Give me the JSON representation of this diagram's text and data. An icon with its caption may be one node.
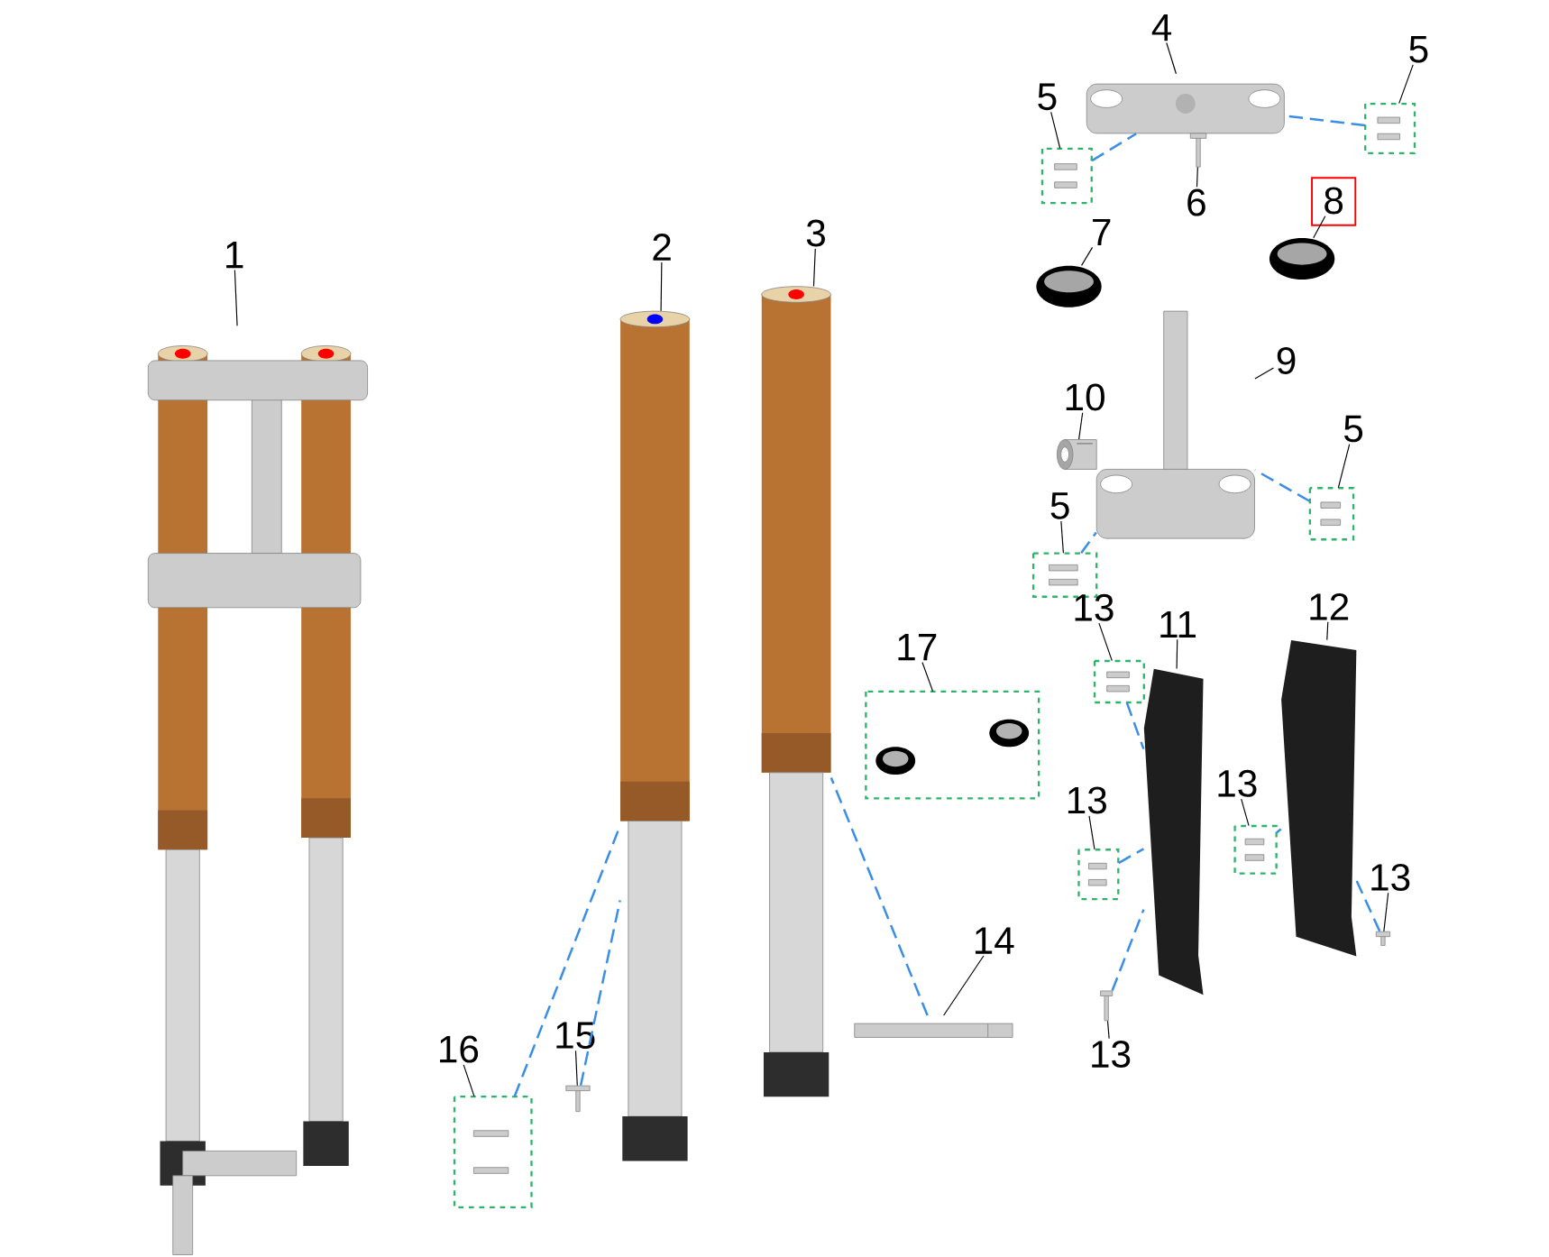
{
  "diagram": {
    "nodes": [
      {
        "text": [
          "1"
        ]
      },
      {
        "text": [],
        "shape": "picture"
      },
      {
        "text": [
          "2"
        ]
      },
      {
        "text": [],
        "shape": "picture"
      },
      {
        "text": [
          "3"
        ]
      },
      {
        "text": [],
        "shape": "picture"
      },
      {
        "text": [
          "4"
        ]
      },
      {
        "text": [],
        "shape": "picture"
      },
      {
        "text": [
          "5"
        ]
      },
      {
        "text": [],
        "shape": "box"
      },
      {
        "text": [
          "5"
        ]
      },
      {
        "text": [],
        "shape": "box"
      },
      {
        "text": [
          "6"
        ]
      },
      {
        "text": [],
        "shape": "picture"
      },
      {
        "text": [
          "7"
        ]
      },
      {
        "text": [],
        "shape": "picture"
      },
      {
        "text": [
          "8"
        ]
      },
      {
        "text": [],
        "shape": "picture"
      },
      {
        "text": [
          "9"
        ]
      },
      {
        "text": [],
        "shape": "picture"
      },
      {
        "text": [
          "10"
        ]
      },
      {
        "text": [],
        "shape": "picture"
      },
      {
        "text": [
          "5"
        ]
      },
      {
        "text": [],
        "shape": "box"
      },
      {
        "text": [
          "5"
        ]
      },
      {
        "text": [],
        "shape": "box"
      },
      {
        "text": [
          "13"
        ]
      },
      {
        "text": [],
        "shape": "box"
      },
      {
        "text": [
          "11"
        ]
      },
      {
        "text": [],
        "shape": "picture"
      },
      {
        "text": [
          "12"
        ]
      },
      {
        "text": [],
        "shape": "picture"
      },
      {
        "text": [
          "13"
        ]
      },
      {
        "text": [],
        "shape": "box"
      },
      {
        "text": [
          "13"
        ]
      },
      {
        "text": [],
        "shape": "box"
      },
      {
        "text": [
          "13"
        ]
      },
      {
        "text": [],
        "shape": "picture"
      },
      {
        "text": [
          "13"
        ]
      },
      {
        "text": [],
        "shape": "picture"
      },
      {
        "text": [
          "14"
        ]
      },
      {
        "text": [],
        "shape": "picture"
      },
      {
        "text": [
          "15"
        ]
      },
      {
        "text": [],
        "shape": "picture"
      },
      {
        "text": [
          "16"
        ]
      },
      {
        "text": [],
        "shape": "box"
      },
      {
        "text": [
          "17"
        ]
      },
      {
        "text": [],
        "shape": "box"
      }
    ],
    "edges": [
      {
        "from": 0,
        "to": 1,
        "arrow": "none"
      },
      {
        "from": 2,
        "to": 3,
        "arrow": "none"
      },
      {
        "from": 4,
        "to": 5,
        "arrow": "none"
      },
      {
        "from": 6,
        "to": 7,
        "arrow": "none"
      },
      {
        "from": 8,
        "to": 9,
        "arrow": "none"
      },
      {
        "from": 10,
        "to": 11,
        "arrow": "none"
      },
      {
        "from": 12,
        "to": 13,
        "arrow": "none"
      },
      {
        "from": 14,
        "to": 15,
        "arrow": "none"
      },
      {
        "from": 16,
        "to": 17,
        "arrow": "none"
      },
      {
        "from": 18,
        "to": 19,
        "arrow": "none"
      },
      {
        "from": 20,
        "to": 21,
        "arrow": "none"
      },
      {
        "from": 22,
        "to": 23,
        "arrow": "none"
      },
      {
        "from": 24,
        "to": 25,
        "arrow": "none"
      },
      {
        "from": 26,
        "to": 27,
        "arrow": "none"
      },
      {
        "from": 28,
        "to": 29,
        "arrow": "none"
      },
      {
        "from": 30,
        "to": 31,
        "arrow": "none"
      },
      {
        "from": 32,
        "to": 33,
        "arrow": "none"
      },
      {
        "from": 34,
        "to": 35,
        "arrow": "none"
      },
      {
        "from": 36,
        "to": 37,
        "arrow": "none"
      },
      {
        "from": 38,
        "to": 39,
        "arrow": "none"
      },
      {
        "from": 40,
        "to": 41,
        "arrow": "none"
      },
      {
        "from": 42,
        "to": 43,
        "arrow": "none"
      },
      {
        "from": 44,
        "to": 45,
        "arrow": "none"
      },
      {
        "from": 46,
        "to": 47,
        "arrow": "none"
      },
      {
        "from": 9,
        "to": 7,
        "arrow": "none",
        "style": "dashed",
        "color": "#3a8ee6"
      },
      {
        "from": 11,
        "to": 7,
        "arrow": "none",
        "style": "dashed",
        "color": "#3a8ee6"
      },
      {
        "from": 23,
        "to": 19,
        "arrow": "none",
        "style": "dashed",
        "color": "#3a8ee6"
      },
      {
        "from": 25,
        "to": 19,
        "arrow": "none",
        "style": "dashed",
        "color": "#3a8ee6"
      },
      {
        "from": 27,
        "to": 29,
        "arrow": "none",
        "style": "dashed",
        "color": "#3a8ee6"
      },
      {
        "from": 33,
        "to": 29,
        "arrow": "none",
        "style": "dashed",
        "color": "#3a8ee6"
      },
      {
        "from": 39,
        "to": 29,
        "arrow": "none",
        "style": "dashed",
        "color": "#3a8ee6"
      },
      {
        "from": 35,
        "to": 31,
        "arrow": "none",
        "style": "dashed",
        "color": "#3a8ee6"
      },
      {
        "from": 37,
        "to": 31,
        "arrow": "none",
        "style": "dashed",
        "color": "#3a8ee6"
      },
      {
        "from": 41,
        "to": 5,
        "arrow": "none",
        "style": "dashed",
        "color": "#3a8ee6"
      },
      {
        "from": 43,
        "to": 3,
        "arrow": "none",
        "style": "dashed",
        "color": "#3a8ee6"
      },
      {
        "from": 45,
        "to": 3,
        "arrow": "none",
        "style": "dashed",
        "color": "#3a8ee6"
      }
    ]
  }
}
